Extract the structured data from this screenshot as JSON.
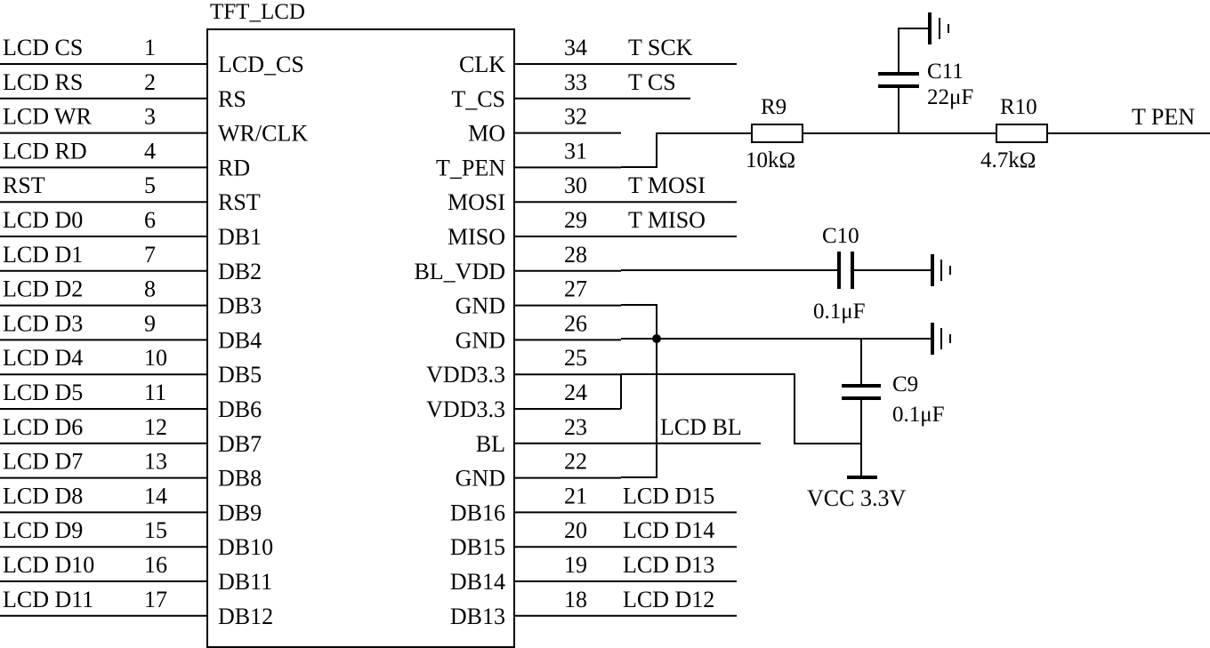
{
  "component": {
    "title": "TFT_LCD"
  },
  "left_pins": [
    {
      "net": "LCD CS",
      "num": "1",
      "name": "LCD_CS"
    },
    {
      "net": "LCD RS",
      "num": "2",
      "name": "RS"
    },
    {
      "net": "LCD WR",
      "num": "3",
      "name": "WR/CLK"
    },
    {
      "net": "LCD RD",
      "num": "4",
      "name": "RD"
    },
    {
      "net": "RST",
      "num": "5",
      "name": "RST"
    },
    {
      "net": "LCD D0",
      "num": "6",
      "name": "DB1"
    },
    {
      "net": "LCD D1",
      "num": "7",
      "name": "DB2"
    },
    {
      "net": "LCD D2",
      "num": "8",
      "name": "DB3"
    },
    {
      "net": "LCD D3",
      "num": "9",
      "name": "DB4"
    },
    {
      "net": "LCD D4",
      "num": "10",
      "name": "DB5"
    },
    {
      "net": "LCD D5",
      "num": "11",
      "name": "DB6"
    },
    {
      "net": "LCD D6",
      "num": "12",
      "name": "DB7"
    },
    {
      "net": "LCD D7",
      "num": "13",
      "name": "DB8"
    },
    {
      "net": "LCD D8",
      "num": "14",
      "name": "DB9"
    },
    {
      "net": "LCD D9",
      "num": "15",
      "name": "DB10"
    },
    {
      "net": "LCD D10",
      "num": "16",
      "name": "DB11"
    },
    {
      "net": "LCD D11",
      "num": "17",
      "name": "DB12"
    }
  ],
  "right_pins": [
    {
      "net": "T SCK",
      "num": "34",
      "name": "CLK"
    },
    {
      "net": "T CS",
      "num": "33",
      "name": "T_CS"
    },
    {
      "net": "",
      "num": "32",
      "name": "MO"
    },
    {
      "net": "",
      "num": "31",
      "name": "T_PEN"
    },
    {
      "net": "T MOSI",
      "num": "30",
      "name": "MOSI"
    },
    {
      "net": "T MISO",
      "num": "29",
      "name": "MISO"
    },
    {
      "net": "",
      "num": "28",
      "name": "BL_VDD"
    },
    {
      "net": "",
      "num": "27",
      "name": "GND"
    },
    {
      "net": "",
      "num": "26",
      "name": "GND"
    },
    {
      "net": "",
      "num": "25",
      "name": "VDD3.3"
    },
    {
      "net": "",
      "num": "24",
      "name": "VDD3.3"
    },
    {
      "net": "LCD BL",
      "num": "23",
      "name": "BL"
    },
    {
      "net": "",
      "num": "22",
      "name": "GND"
    },
    {
      "net": "LCD D15",
      "num": "21",
      "name": "DB16"
    },
    {
      "net": "LCD D14",
      "num": "20",
      "name": "DB15"
    },
    {
      "net": "LCD D13",
      "num": "19",
      "name": "DB14"
    },
    {
      "net": "LCD D12",
      "num": "18",
      "name": "DB13"
    }
  ],
  "parts": {
    "r9": {
      "ref": "R9",
      "value": "10kΩ"
    },
    "r10": {
      "ref": "R10",
      "value": "4.7kΩ"
    },
    "c11": {
      "ref": "C11",
      "value": "22μF"
    },
    "c10": {
      "ref": "C10",
      "value": "0.1μF"
    },
    "c9": {
      "ref": "C9",
      "value": "0.1μF"
    }
  },
  "nets": {
    "t_pen": "T PEN",
    "vcc": "VCC 3.3V"
  }
}
